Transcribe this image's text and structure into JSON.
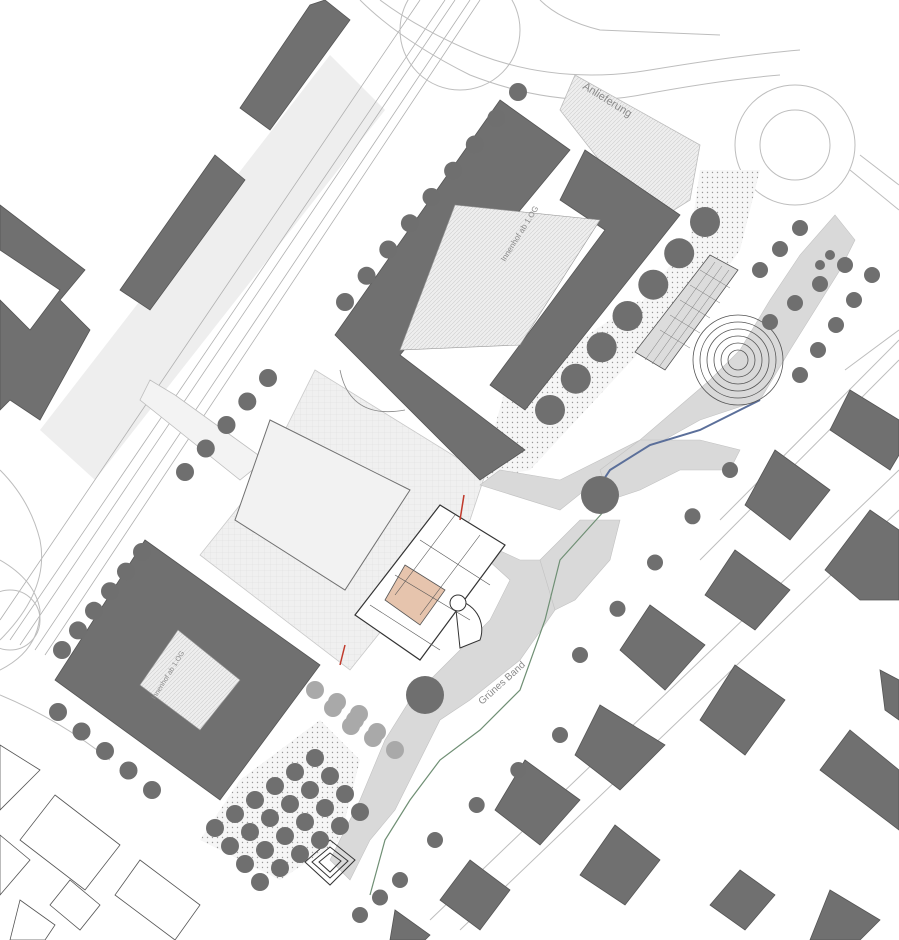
{
  "labels": {
    "anlieferung": "Anlieferung",
    "innenhof_1": "Innenhof ab 1.OG",
    "innenhof_2": "Innenhof ab 1.OG",
    "gruenes_band": "Grünes Band"
  },
  "colors": {
    "building": "#707070",
    "building_outline": "#555555",
    "tree": "#6f6f6f",
    "tree_light": "#a9a9a9",
    "street": "#bdbdbd",
    "plaza": "#e9e9e9",
    "path": "#d6d6d6",
    "water": "#5b6f9a",
    "green_line": "#6f8f74",
    "core_fill": "#e6c4ad",
    "accent_red": "#c0392b"
  }
}
